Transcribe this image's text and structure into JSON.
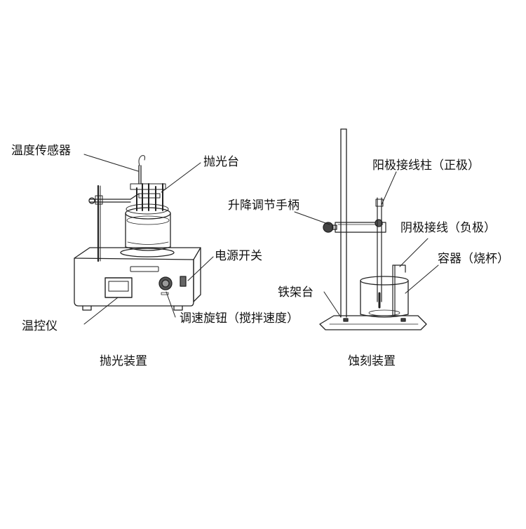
{
  "polishing_apparatus": {
    "caption": "抛光装置",
    "labels": {
      "temp_sensor": "温度传感器",
      "polish_stage": "抛光台",
      "power_switch": "电源开关",
      "speed_knob": "调速旋钮（搅拌速度）",
      "temp_controller": "温控仪"
    }
  },
  "etching_apparatus": {
    "caption": "蚀刻装置",
    "labels": {
      "anode_post": "阳极接线柱（正极）",
      "lift_handle": "升降调节手柄",
      "cathode_wire": "阴极接线（负极）",
      "container": "容器（烧杯）",
      "iron_stand": "铁架台"
    }
  }
}
